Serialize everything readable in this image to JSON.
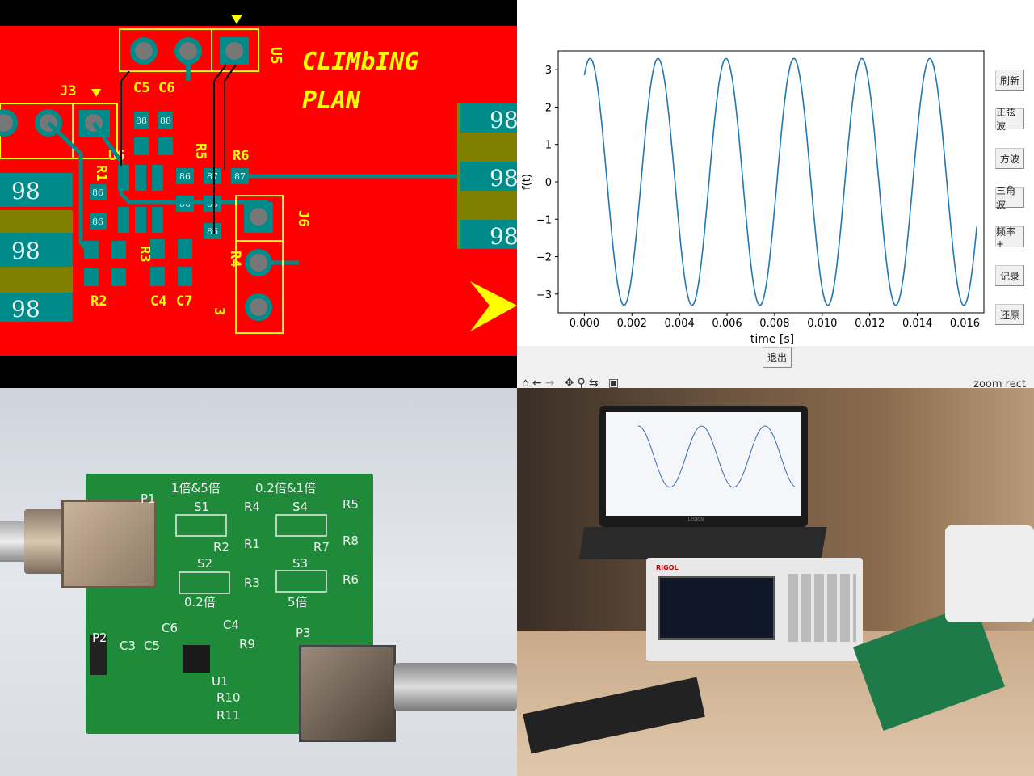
{
  "pcb_layout": {
    "title_line1": "CLIMbING",
    "title_line2": "PLAN",
    "labels": {
      "j3": "J3",
      "u5": "U5",
      "u6": "U6",
      "c5": "C5",
      "c6": "C6",
      "r5": "R5",
      "r6": "R6",
      "r1": "R1",
      "r3": "R3",
      "r4": "R4",
      "r2": "R2",
      "c4": "C4",
      "c7": "C7",
      "j6": "J6",
      "pin3": "3"
    },
    "pad_text": {
      "big": "98",
      "res": "86",
      "res2": "87",
      "cap": "88"
    },
    "colors": {
      "board": "#ff0000",
      "silkscreen": "#ffff00",
      "pad": "#008b8b",
      "copper2": "#808000"
    }
  },
  "app": {
    "buttons": [
      "刷新",
      "正弦波",
      "方波",
      "三角波",
      "频率+",
      "记录",
      "还原"
    ],
    "exit_button": "退出",
    "toolbar_status": "zoom rect",
    "toolbar_icons": [
      "home-icon",
      "back-icon",
      "forward-icon",
      "pan-icon",
      "zoom-icon",
      "configure-icon",
      "save-icon"
    ]
  },
  "chart_data": {
    "type": "line",
    "xlabel": "time [s]",
    "ylabel": "f(t)",
    "xlim": [
      -0.0011,
      0.0168
    ],
    "ylim": [
      -3.5,
      3.5
    ],
    "x_ticks": [
      "0.000",
      "0.002",
      "0.004",
      "0.006",
      "0.008",
      "0.010",
      "0.012",
      "0.014",
      "0.016"
    ],
    "y_ticks": [
      "3",
      "2",
      "1",
      "0",
      "−1",
      "−2",
      "−3"
    ],
    "x_range": [
      0,
      0.0165
    ],
    "function": {
      "shape": "sine",
      "amplitude": 3.3,
      "frequency_hz": 350,
      "first_peak_s": 0.00024
    },
    "grid": false,
    "line_color": "#1f77b4"
  },
  "photo_pcb": {
    "labels": {
      "top_left": "1倍&5倍",
      "top_right": "0.2倍&1倍",
      "s1": "S1",
      "s2": "S2",
      "s3": "S3",
      "s4": "S4",
      "r1": "R1",
      "r2": "R2",
      "r3": "R3",
      "r4": "R4",
      "r5": "R5",
      "r6": "R6",
      "r7": "R7",
      "r8": "R8",
      "r9": "R9",
      "r10": "R10",
      "r11": "R11",
      "c3": "C3",
      "c4": "C4",
      "c5": "C5",
      "c6": "C6",
      "u1": "U1",
      "p1": "P1",
      "p2": "P2",
      "p3": "P3",
      "x02": "0.2倍",
      "x5": "5倍"
    },
    "colors": {
      "board": "#1f8a3a"
    }
  },
  "photo_lab": {
    "laptop_brand": "LEGION",
    "generator_brand": "RIGOL"
  }
}
